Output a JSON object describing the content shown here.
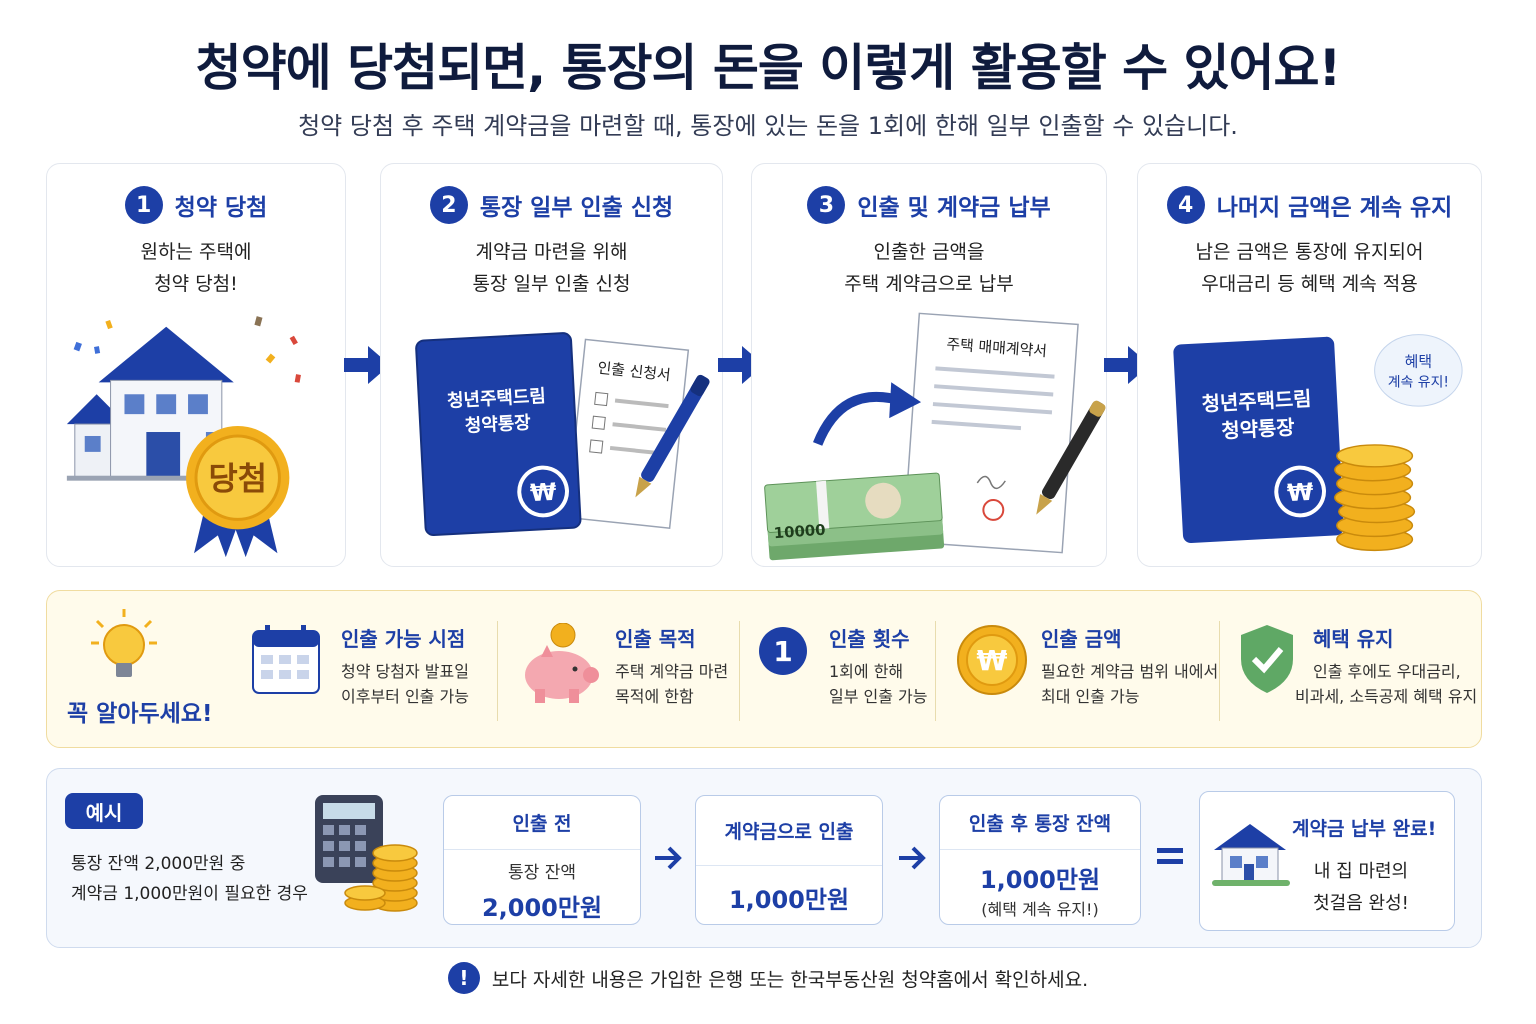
{
  "title": "청약에 당첨되면, 통장의 돈을 이렇게 활용할 수 있어요!",
  "subtitle": "청약 당첨 후 주택 계약금을 마련할 때, 통장에 있는 돈을 1회에 한해 일부 인출할 수 있습니다.",
  "colors": {
    "primary": "#1d3fa6",
    "gold": "#f2b01e",
    "panel_yellow": "#fffbeb",
    "panel_blue": "#f5f8fd"
  },
  "steps": [
    {
      "num": "1",
      "title": "청약 당첨",
      "desc1": "원하는 주택에",
      "desc2": "청약 당첨!",
      "badge": "당첨",
      "icon": "house-with-winner-medal-icon"
    },
    {
      "num": "2",
      "title": "통장 일부 인출 신청",
      "desc1": "계약금 마련을 위해",
      "desc2": "통장 일부 인출 신청",
      "book1": "청년주택드림",
      "book2": "청약통장",
      "form_title": "인출 신청서",
      "icon": "passbook-and-form-icon"
    },
    {
      "num": "3",
      "title": "인출 및 계약금 납부",
      "desc1": "인출한 금액을",
      "desc2": "주택 계약금으로 납부",
      "contract_title": "주택 매매계약서",
      "cash_label": "10000",
      "icon": "cash-and-contract-icon"
    },
    {
      "num": "4",
      "title": "나머지 금액은 계속 유지",
      "desc1": "남은 금액은 통장에 유지되어",
      "desc2": "우대금리 등 혜택 계속 적용",
      "book1": "청년주택드림",
      "book2": "청약통장",
      "bubble1": "혜택",
      "bubble2": "계속 유지!",
      "icon": "passbook-with-coins-icon"
    }
  ],
  "know": {
    "title": "꼭 알아두세요!",
    "items": [
      {
        "title": "인출 가능 시점",
        "desc1": "청약 당첨자 발표일",
        "desc2": "이후부터 인출 가능",
        "icon": "calendar-icon"
      },
      {
        "title": "인출 목적",
        "desc1": "주택 계약금 마련",
        "desc2": "목적에 한함",
        "icon": "piggy-bank-icon"
      },
      {
        "title": "인출 횟수",
        "desc1": "1회에 한해",
        "desc2": "일부 인출 가능",
        "icon_text": "1",
        "icon": "number-one-icon"
      },
      {
        "title": "인출 금액",
        "desc1": "필요한 계약금 범위 내에서",
        "desc2": "최대 인출 가능",
        "icon": "won-coin-icon"
      },
      {
        "title": "혜택 유지",
        "desc1": "인출 후에도 우대금리,",
        "desc2": "비과세, 소득공제 혜택 유지",
        "icon": "shield-check-icon"
      }
    ]
  },
  "example": {
    "badge": "예시",
    "desc1": "통장 잔액 2,000만원 중",
    "desc2": "계약금 1,000만원이 필요한 경우",
    "before": {
      "head": "인출 전",
      "sub": "통장 잔액",
      "value": "2,000만원"
    },
    "withdraw": {
      "head": "계약금으로 인출",
      "value": "1,000만원"
    },
    "after": {
      "head": "인출 후 통장 잔액",
      "value": "1,000만원",
      "note": "(혜택 계속 유지!)"
    },
    "final": {
      "title": "계약금 납부 완료!",
      "desc1": "내 집 마련의",
      "desc2": "첫걸음 완성!"
    }
  },
  "footer": {
    "icon_text": "!",
    "text": "보다 자세한 내용은 가입한 은행 또는 한국부동산원 청약홈에서 확인하세요."
  }
}
